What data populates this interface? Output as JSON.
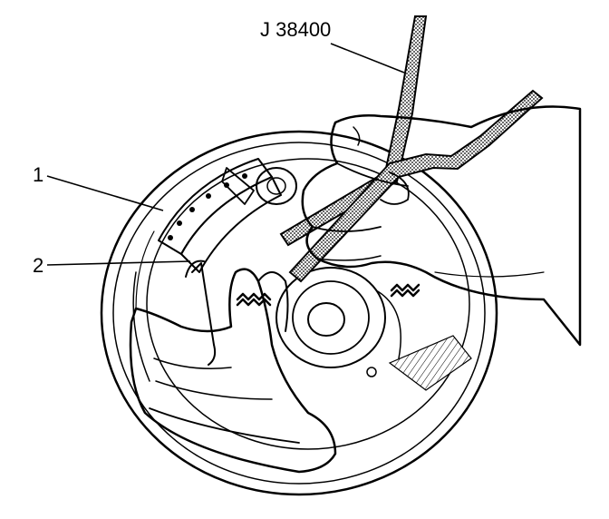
{
  "callouts": {
    "tool": {
      "label": "J 38400"
    },
    "part_1": {
      "label": "1"
    },
    "part_2": {
      "label": "2"
    }
  },
  "colors": {
    "ink": "#000000",
    "paper": "#ffffff",
    "tool_shading": "#8a8a8a"
  }
}
